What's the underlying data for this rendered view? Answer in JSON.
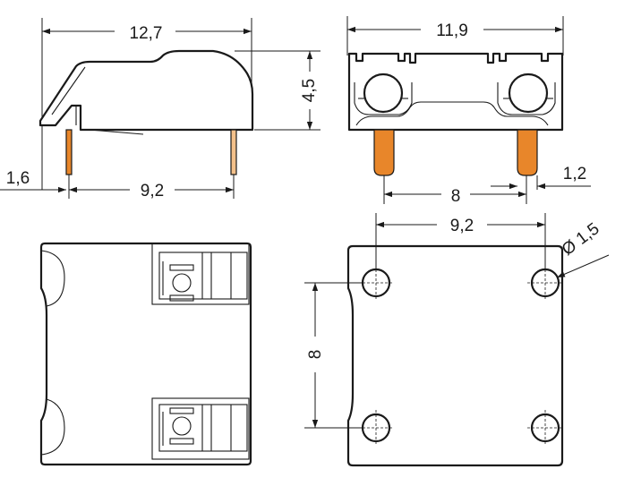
{
  "dimensions": {
    "side_length": "12,7",
    "side_height": "4,5",
    "side_pin_offset": "1,6",
    "side_pin_spacing": "9,2",
    "front_width": "11,9",
    "front_pin_spacing": "8",
    "front_pin_width": "1,2",
    "footprint_pin_spacing_x": "9,2",
    "footprint_hole_diameter": "Ø 1,5",
    "footprint_pin_spacing_y": "8"
  },
  "colors": {
    "pin": "#e8862a",
    "line": "#1a1a1a"
  }
}
